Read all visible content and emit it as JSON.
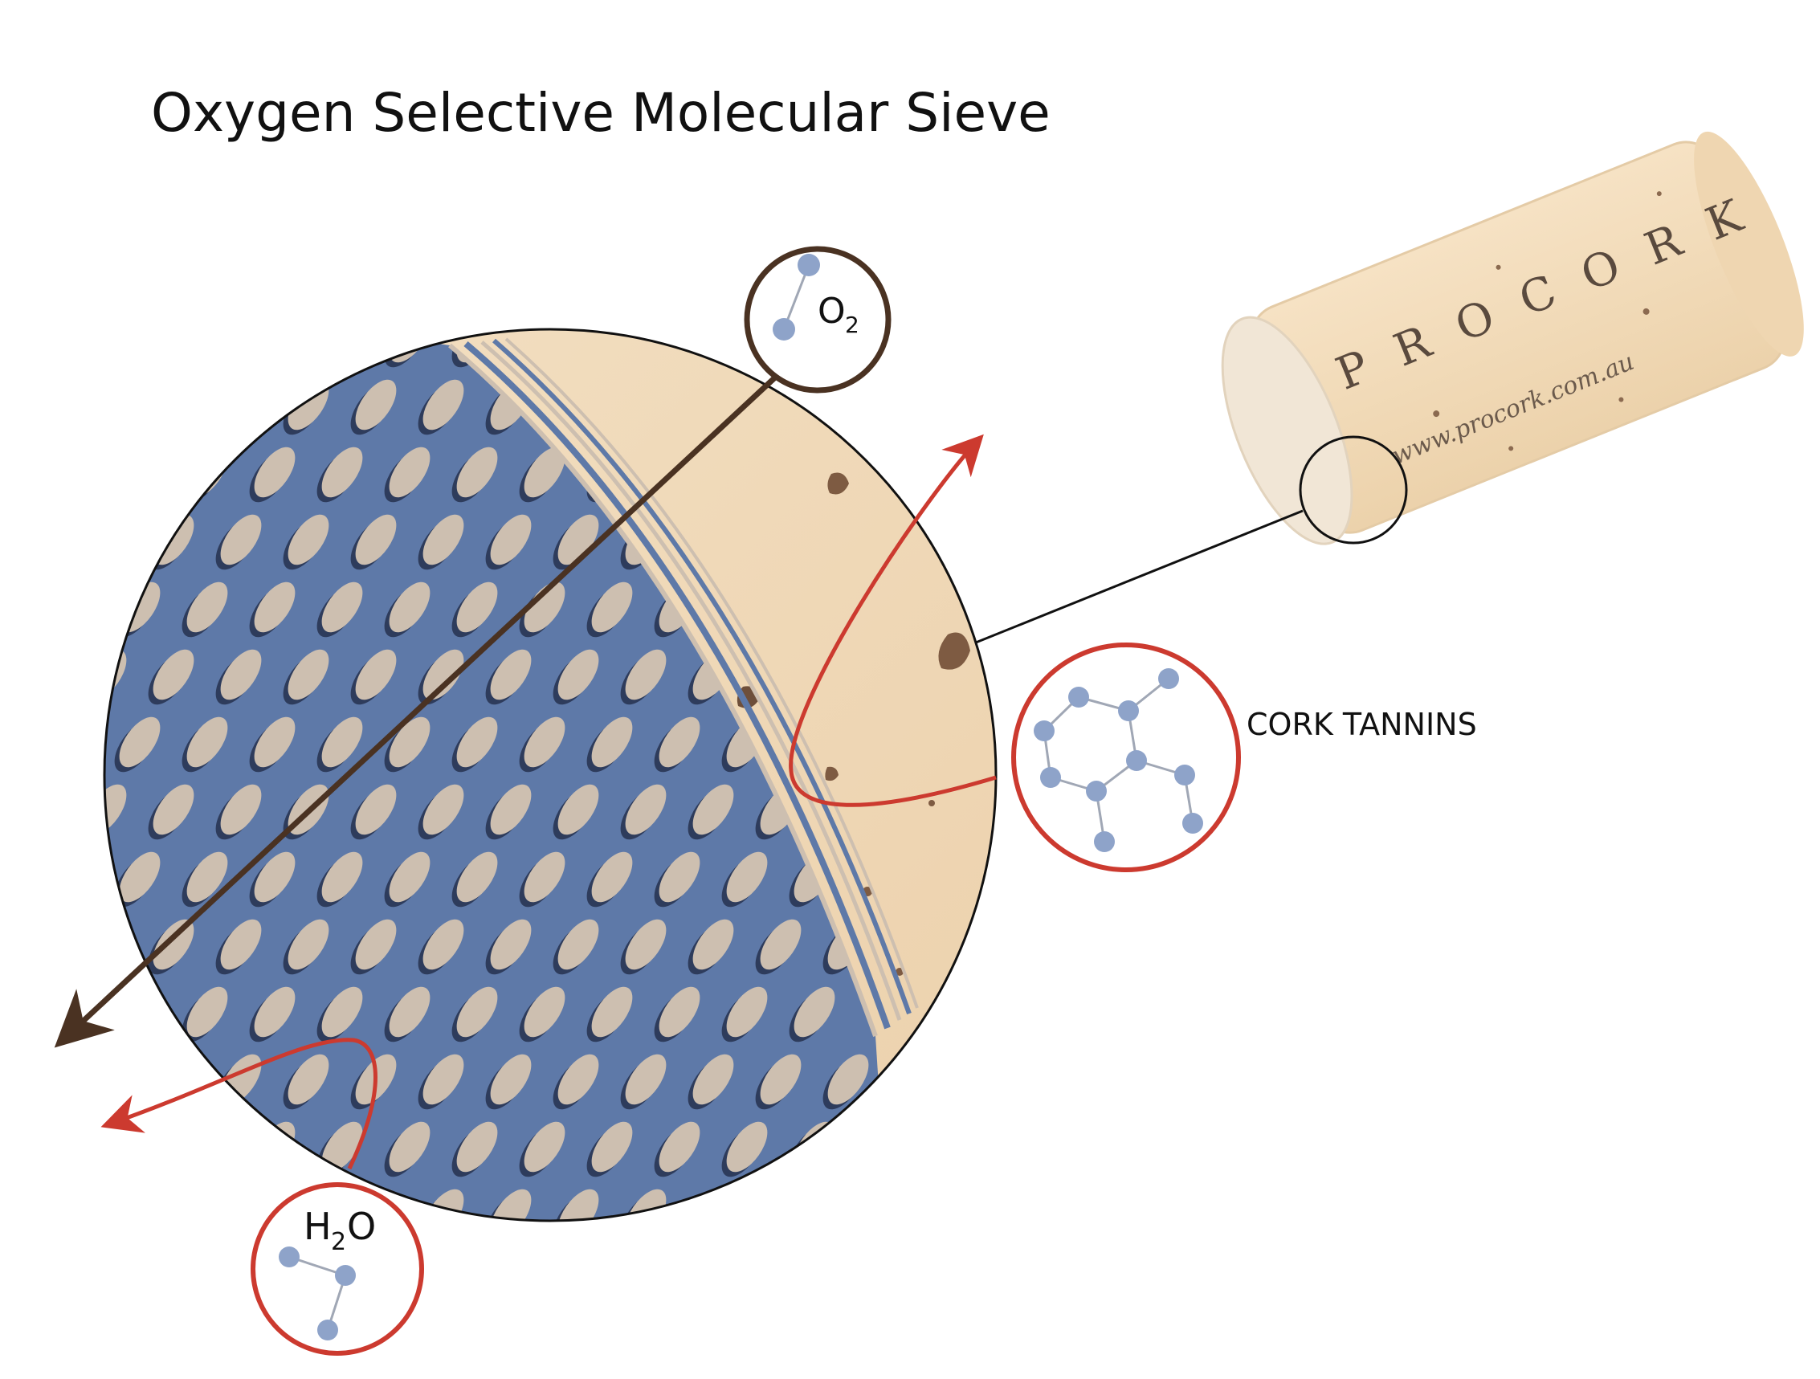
{
  "title": "Oxygen Selective Molecular Sieve",
  "labels": {
    "oxygen": "O",
    "oxygen_sub": "2",
    "water_h": "H",
    "water_sub": "2",
    "water_o": "O",
    "tannins": "CORK TANNINS"
  },
  "cork": {
    "brand": "PROCORK",
    "url": "www.procork.com.au"
  },
  "colors": {
    "cork": "#f2dcbc",
    "sieve_blue": "#5e79a8",
    "pore": "#cdbfb0",
    "o2_path": "#4a3222",
    "water_tannin_path": "#cc3a2f",
    "molecule": "#8ea3c9"
  },
  "icons": [
    "o2-molecule-icon",
    "h2o-molecule-icon",
    "tannin-molecule-icon",
    "cork-stopper-icon"
  ]
}
